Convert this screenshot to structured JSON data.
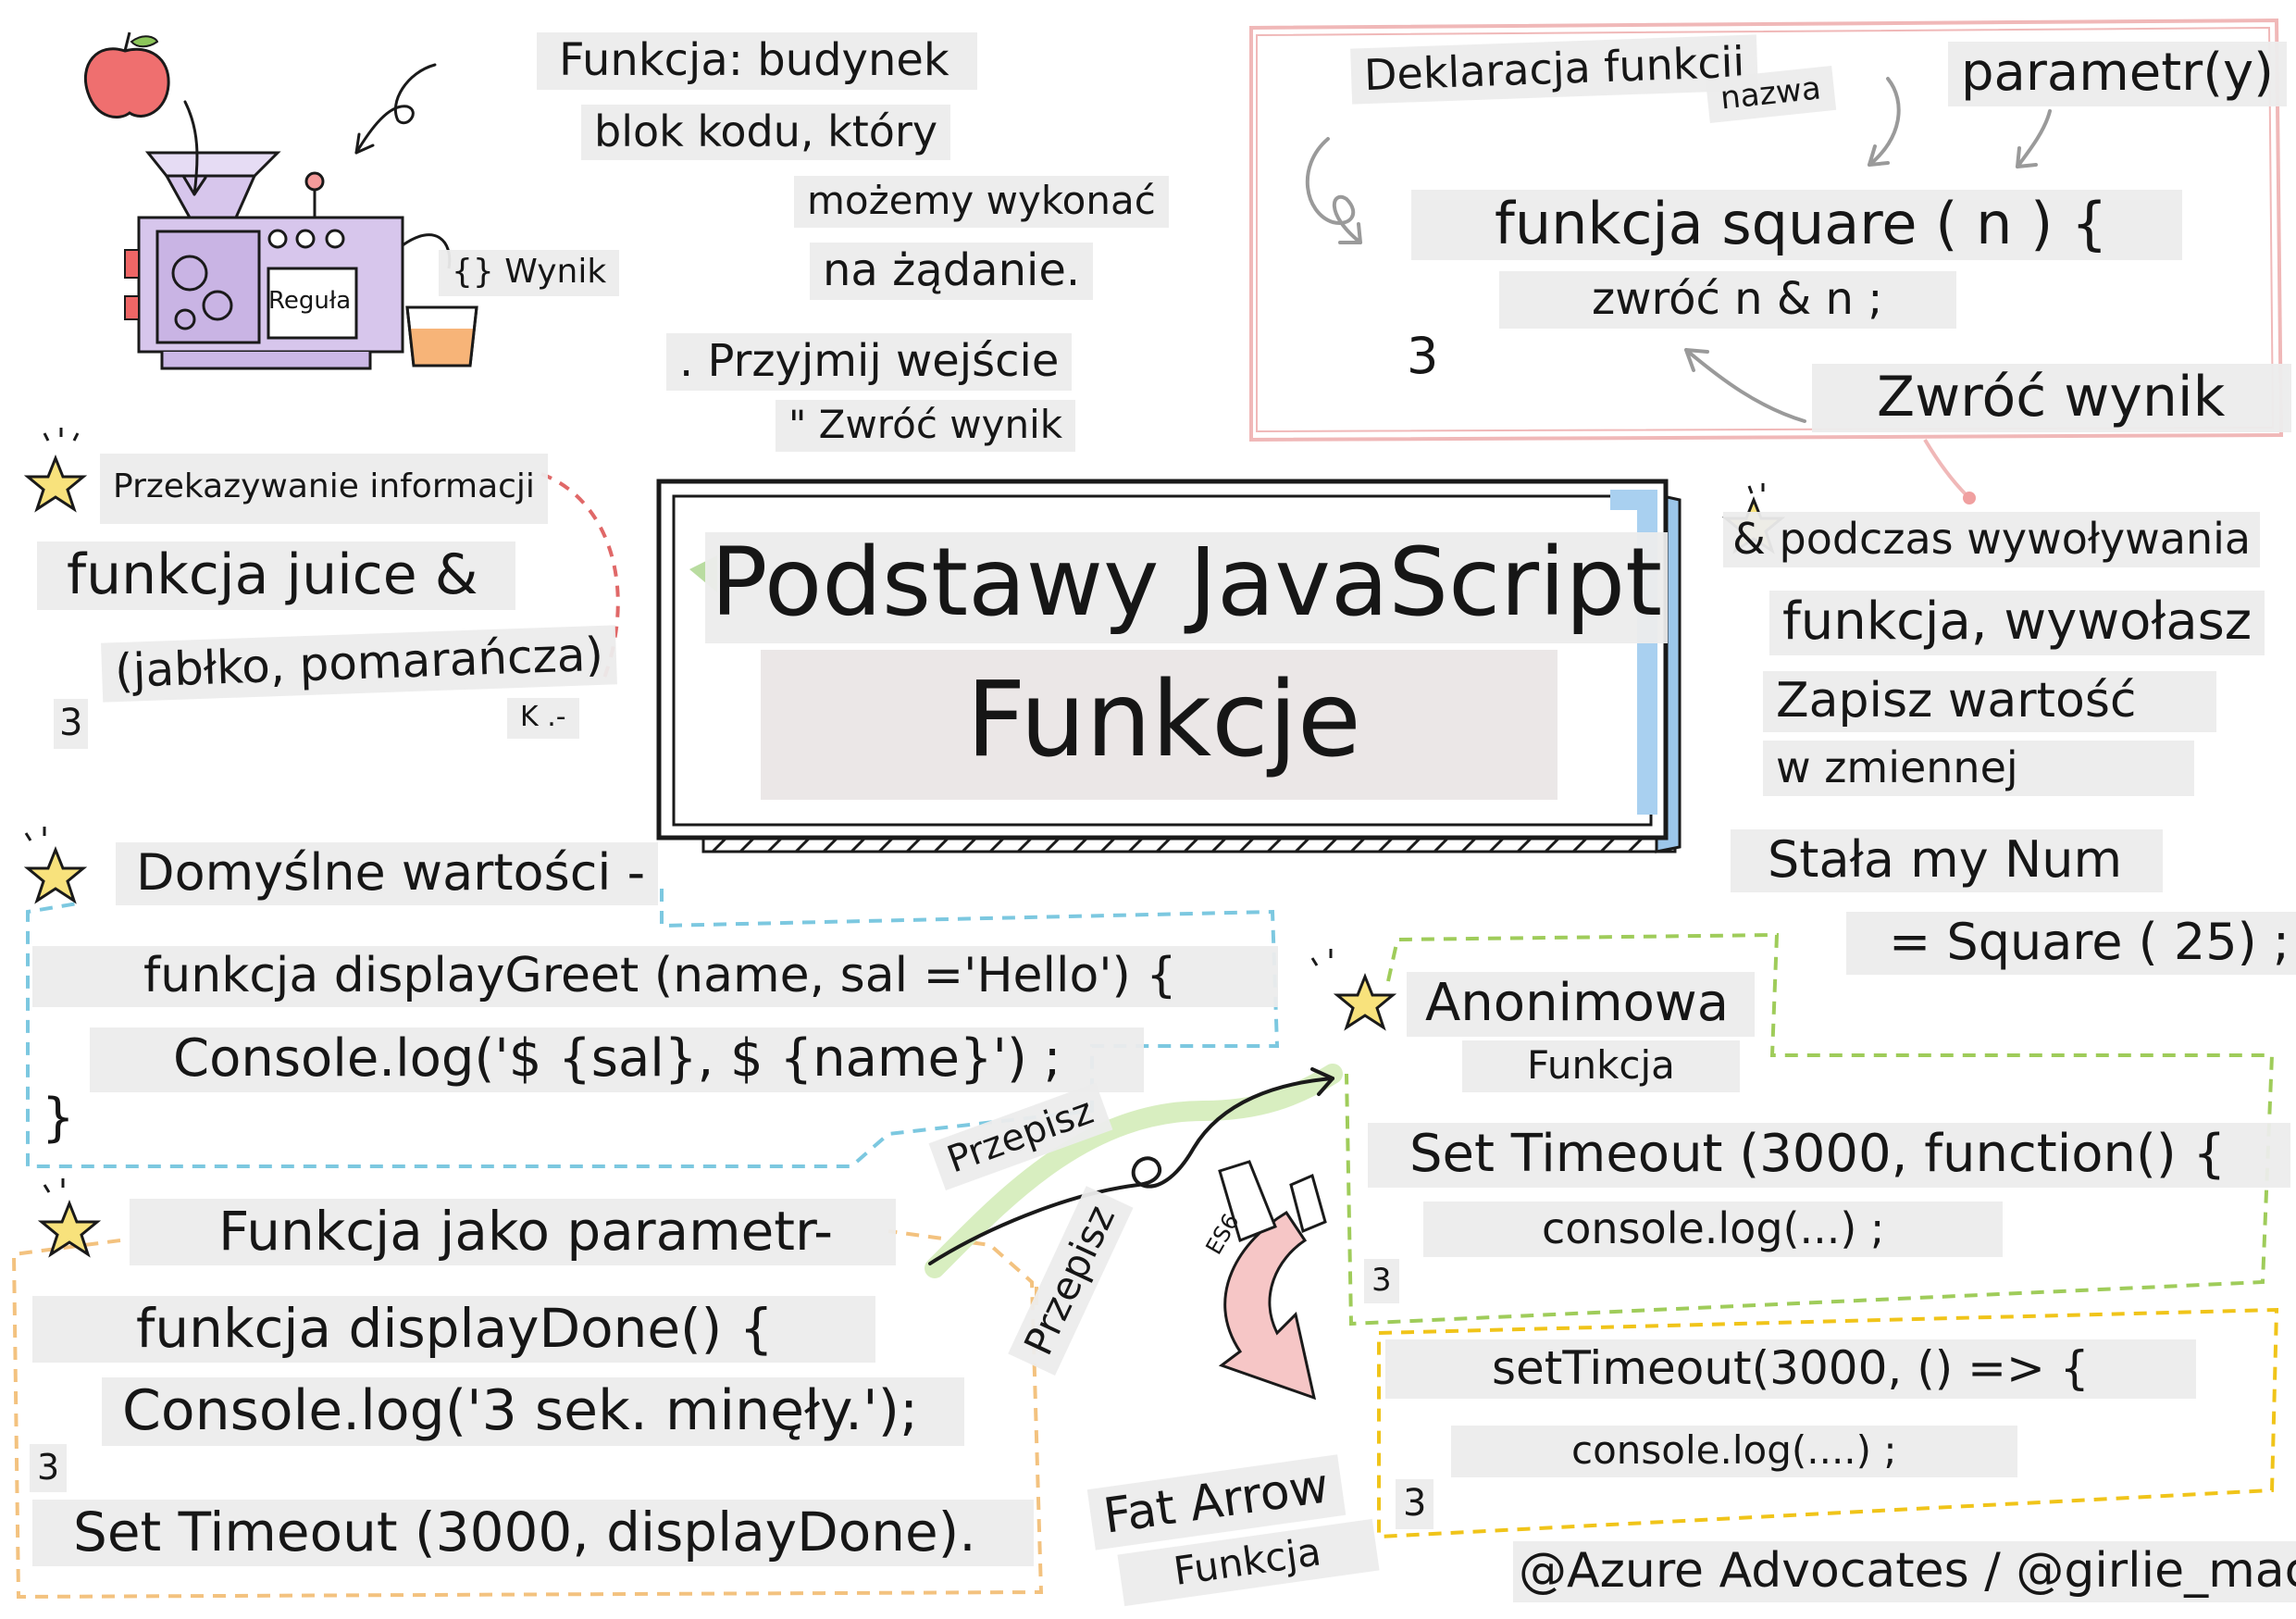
{
  "title": {
    "line1": "Podstawy JavaScript",
    "line2": "Funkcje"
  },
  "colors": {
    "ink": "#1a1a1a",
    "label_bg": "#ececec",
    "frame_red": "#f0b8b8",
    "dashed_red": "#e06868",
    "dashed_blue": "#7cc8e0",
    "dashed_green": "#9fcc5a",
    "dashed_orange": "#f3c27f",
    "dashed_yellow": "#f0c419",
    "star_yellow": "#f8e27c",
    "title_shadow_blue": "#9cc6ea"
  },
  "machine": {
    "apple_icon": "apple-icon",
    "machine_icon": "function-machine-icon",
    "rule_label": "Reguła",
    "output_label": "{} Wynik",
    "glass_icon": "juice-glass-icon"
  },
  "definition": {
    "line1": "Funkcja: budynek",
    "line2": "blok kodu, który",
    "line3": "możemy wykonać",
    "line4": "na żądanie.",
    "input": ". Przyjmij wejście",
    "output": "\" Zwróć wynik"
  },
  "declaration": {
    "heading": "Deklaracja funkcii",
    "name_label": "nazwa",
    "params_label": "parametr(y)",
    "code1": "funkcja square ( n ) {",
    "code2": "zwróć n & n ;",
    "closing": "3",
    "return_label": "Zwróć wynik"
  },
  "passing": {
    "heading": "Przekazywanie informacji",
    "code1": "funkcja juice &",
    "code2": "(jabłko, pomarańcza)",
    "closing": "3",
    "mark": "K .-"
  },
  "calling": {
    "line1": "& podczas wywoływania",
    "line2": "funkcja, wywołasz",
    "line3": "Zapisz wartość",
    "line4": "w zmiennej",
    "code1": "Stała my Num",
    "code2": "= Square ( 25) ;"
  },
  "defaults": {
    "heading": "Domyślne wartości -",
    "code1": "funkcja displayGreet (name, sal ='Hello') {",
    "code2": "Console.log('$ {sal}, $ {name}') ;",
    "closing": "}"
  },
  "anonymous": {
    "heading1": "Anonimowa",
    "heading2": "Funkcja",
    "code1": "Set Timeout (3000, function() {",
    "code2": "console.log(...) ;",
    "closing": "3"
  },
  "as_param": {
    "heading": "Funkcja jako parametr-",
    "code1": "funkcja displayDone() {",
    "code2": "Console.log('3 sek. minęły.');",
    "closing": "3",
    "code3": "Set Timeout (3000, displayDone)."
  },
  "rewrite": {
    "label1": "Przepisz",
    "label2": "Przepisz",
    "es6": "ES6"
  },
  "arrow": {
    "heading1": "Fat Arrow",
    "heading2": "Funkcja",
    "code1": "setTimeout(3000, () => {",
    "code2": "console.log(....) ;",
    "closing": "3"
  },
  "credits": "@Azure Advocates / @girlie_mac"
}
